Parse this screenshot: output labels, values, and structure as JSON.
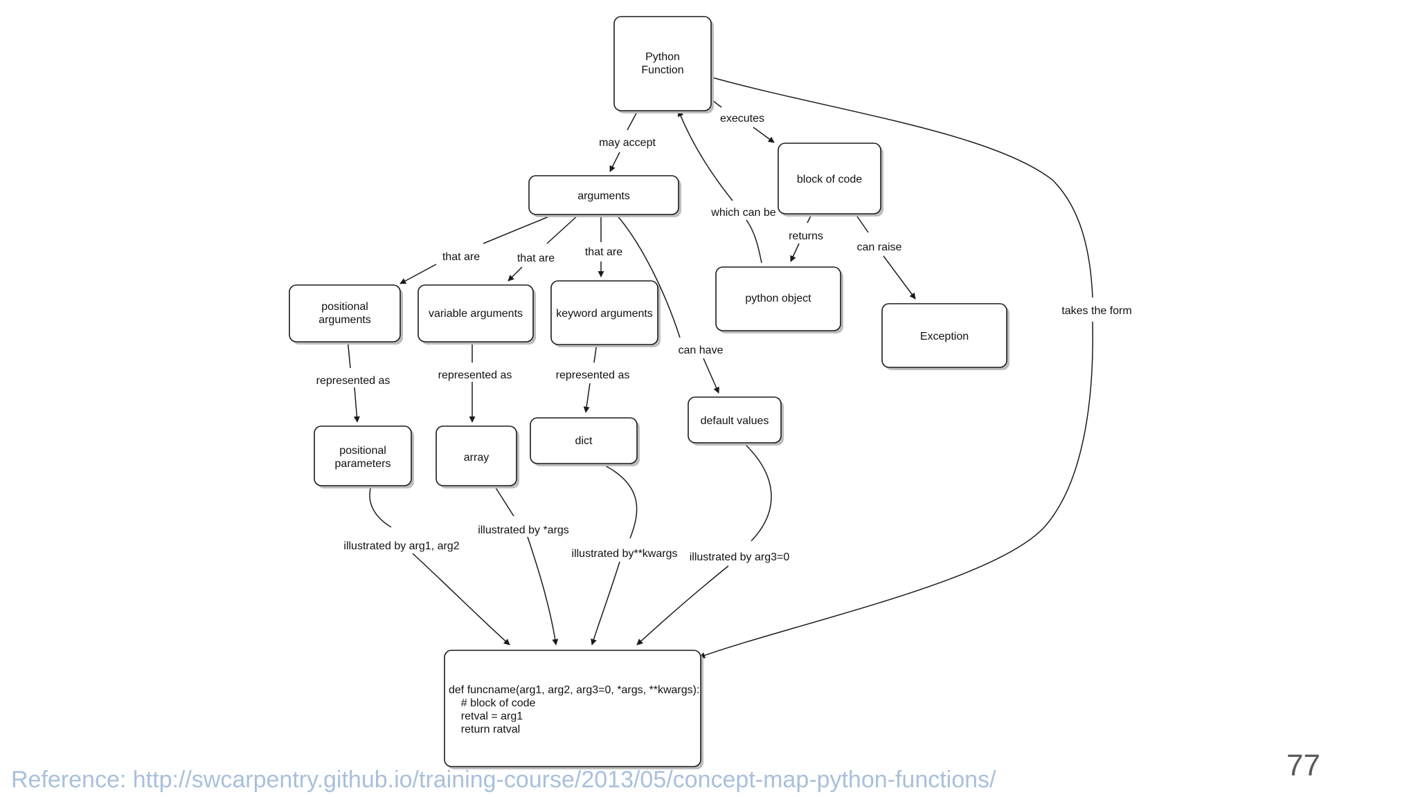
{
  "diagram": {
    "nodes": {
      "python_function": {
        "lines": [
          "Python",
          "Function"
        ]
      },
      "arguments": {
        "lines": [
          "arguments"
        ]
      },
      "block_of_code": {
        "lines": [
          "block of code"
        ]
      },
      "positional_arguments": {
        "lines": [
          "positional",
          "arguments"
        ]
      },
      "variable_arguments": {
        "lines": [
          "variable arguments"
        ]
      },
      "keyword_arguments": {
        "lines": [
          "keyword arguments"
        ]
      },
      "python_object": {
        "lines": [
          "python object"
        ]
      },
      "exception": {
        "lines": [
          "Exception"
        ]
      },
      "positional_parameters": {
        "lines": [
          "positional",
          "parameters"
        ]
      },
      "array": {
        "lines": [
          "array"
        ]
      },
      "dict": {
        "lines": [
          "dict"
        ]
      },
      "default_values": {
        "lines": [
          "default values"
        ]
      },
      "funcdef": {
        "lines": [
          "def funcname(arg1, arg2, arg3=0, *args, **kwargs):",
          "    # block of code",
          "    retval = arg1",
          "    return ratval"
        ]
      }
    },
    "edge_labels": {
      "may_accept": "may accept",
      "executes": "executes",
      "which_can_be": "which can be",
      "returns": "returns",
      "can_raise": "can raise",
      "takes_the_form": "takes the form",
      "that_are_1": "that are",
      "that_are_2": "that are",
      "that_are_3": "that are",
      "can_have": "can have",
      "represented_as_1": "represented as",
      "represented_as_2": "represented as",
      "represented_as_3": "represented as",
      "illustrated_by_arg1_arg2": "illustrated by arg1, arg2",
      "illustrated_by_args": "illustrated by *args",
      "illustrated_by_kwargs": "illustrated by**kwargs",
      "illustrated_by_arg3": "illustrated by arg3=0"
    }
  },
  "footer": {
    "reference": "Reference: http://swcarpentry.github.io/training-course/2013/05/concept-map-python-functions/",
    "page_number": "77"
  }
}
